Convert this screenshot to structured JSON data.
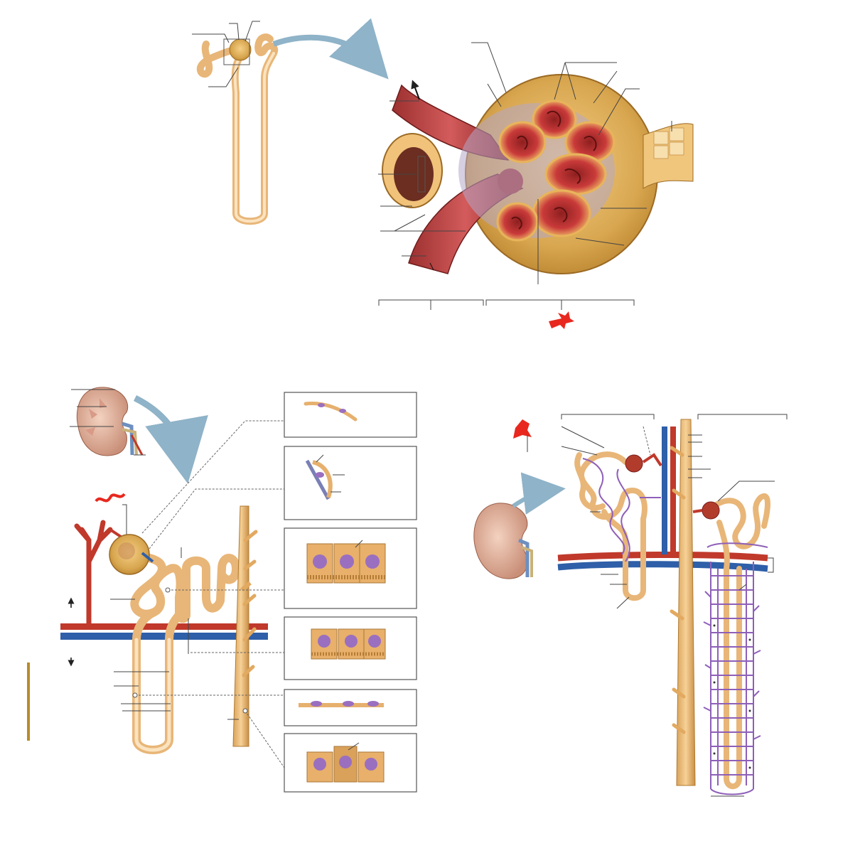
{
  "figure": {
    "panels": [
      {
        "id": "renal-corpuscle",
        "role": "Enlarged renal corpuscle with glomerulus, afferent and efferent arterioles, and juxtaglomerular region"
      },
      {
        "id": "nephron-segments",
        "role": "Nephron with cross-sectional epithelium insets along its segments"
      },
      {
        "id": "vasa-recta",
        "role": "Juxtamedullary nephron with vasa recta capillary network"
      }
    ],
    "text_labels": [],
    "colors": {
      "tubule": "#e8b678",
      "tubule_light": "#fbe3bf",
      "artery": "#c0392b",
      "vein": "#2e5fa8",
      "capillary": "#8e5fb8",
      "capsule": "#e2b568",
      "nucleus": "#9a6fc0",
      "red_mark": "#e8281e",
      "arrow": "#8fb3c8"
    },
    "icons": [
      "curved-arrow-icon",
      "red-scribble-icon",
      "kidney-icon"
    ]
  }
}
